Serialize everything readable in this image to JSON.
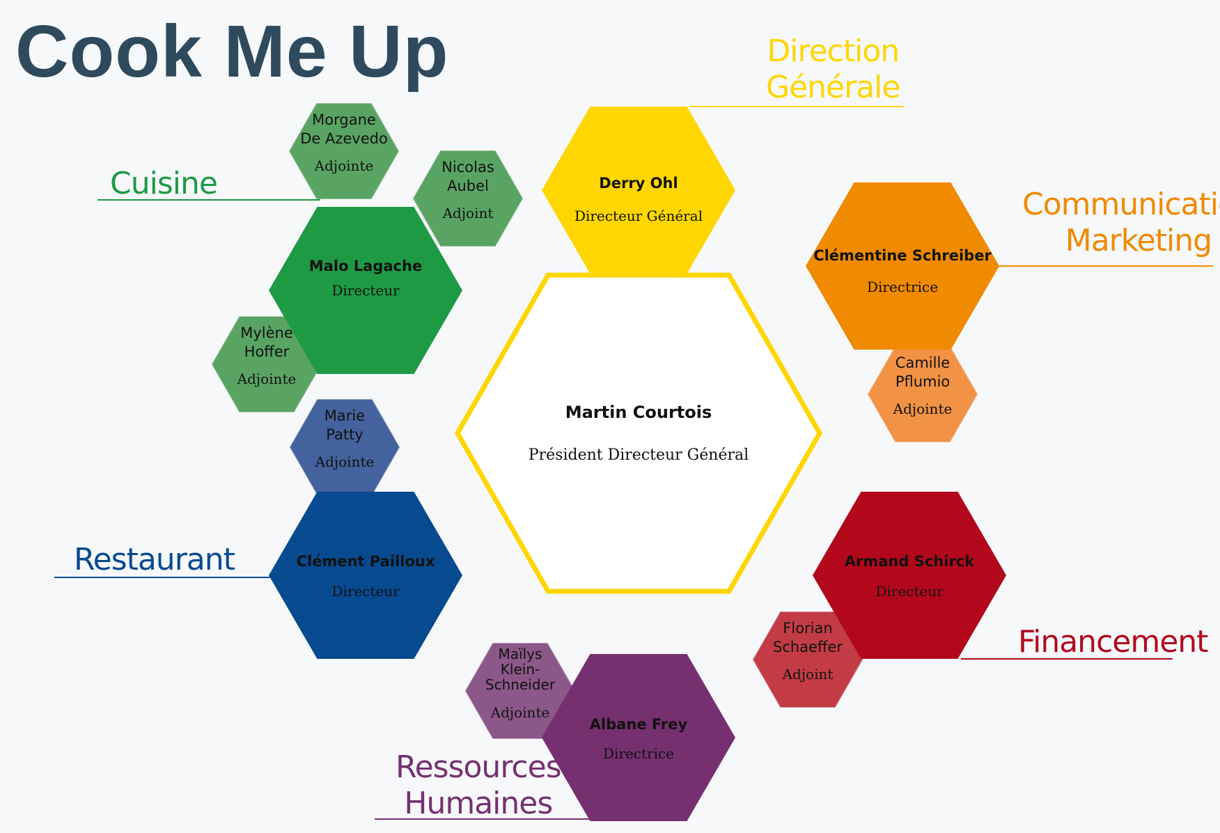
{
  "title": "Cook Me Up",
  "colors": {
    "direction": "#ffd600",
    "cuisine": "#1e9a44",
    "cuisine_assistant": "#5aa463",
    "communication": "#f08a00",
    "communication_assistant": "#f19245",
    "restaurant": "#074a90",
    "restaurant_assistant": "#44629d",
    "finance": "#b3081c",
    "finance_assistant": "#c33c45",
    "rh": "#763070",
    "rh_assistant": "#8c5789",
    "title": "#2e4a5c",
    "center_fill": "#ffffff",
    "center_border": "#ffd600"
  },
  "departments": {
    "direction": [
      "Direction",
      "Générale"
    ],
    "cuisine": [
      "Cuisine"
    ],
    "communication": [
      "Communication",
      "Marketing"
    ],
    "restaurant": [
      "Restaurant"
    ],
    "finance": [
      "Financement"
    ],
    "rh": [
      "Ressources",
      "Humaines"
    ]
  },
  "president": {
    "name": "Martin Courtois",
    "role": "Président Directeur Général"
  },
  "directors": {
    "direction": {
      "name": "Derry Ohl",
      "role": "Directeur Général"
    },
    "cuisine": {
      "name": "Malo Lagache",
      "role": "Directeur"
    },
    "communication": {
      "name": "Clémentine Schreiber",
      "role": "Directrice"
    },
    "restaurant": {
      "name": "Clément Pailloux",
      "role": "Directeur"
    },
    "finance": {
      "name": "Armand Schirck",
      "role": "Directeur"
    },
    "rh": {
      "name": "Albane Frey",
      "role": "Directrice"
    }
  },
  "assistants": {
    "cuisine_1": {
      "name": [
        "Morgane",
        "De Azevedo"
      ],
      "role": "Adjointe"
    },
    "cuisine_2": {
      "name": [
        "Nicolas",
        "Aubel"
      ],
      "role": "Adjoint"
    },
    "cuisine_3": {
      "name": [
        "Mylène",
        "Hoffer"
      ],
      "role": "Adjointe"
    },
    "communication_1": {
      "name": [
        "Camille",
        "Pflumio"
      ],
      "role": "Adjointe"
    },
    "restaurant_1": {
      "name": [
        "Marie",
        "Patty"
      ],
      "role": "Adjointe"
    },
    "finance_1": {
      "name": [
        "Florian",
        "Schaeffer"
      ],
      "role": "Adjoint"
    },
    "rh_1": {
      "name": [
        "Maïlys",
        "Klein-",
        "Schneider"
      ],
      "role": "Adjointe"
    }
  }
}
